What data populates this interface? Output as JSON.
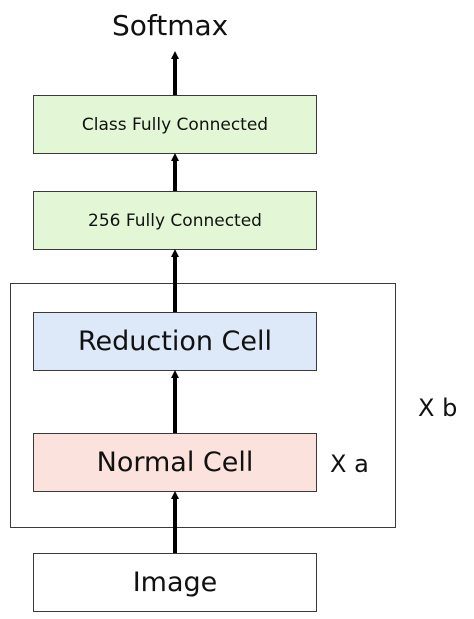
{
  "diagram": {
    "output_label": "Softmax",
    "class_fc": {
      "label": "Class Fully Connected",
      "color": "#e3f7d6"
    },
    "fc256": {
      "label": "256 Fully Connected",
      "color": "#e3f7d6"
    },
    "reduction_cell": {
      "label": "Reduction Cell",
      "color": "#dde9f8"
    },
    "normal_cell": {
      "label": "Normal Cell",
      "color": "#fbe2dc"
    },
    "normal_repeat": "X a",
    "block_repeat": "X b",
    "input": {
      "label": "Image",
      "color": "#ffffff"
    }
  }
}
